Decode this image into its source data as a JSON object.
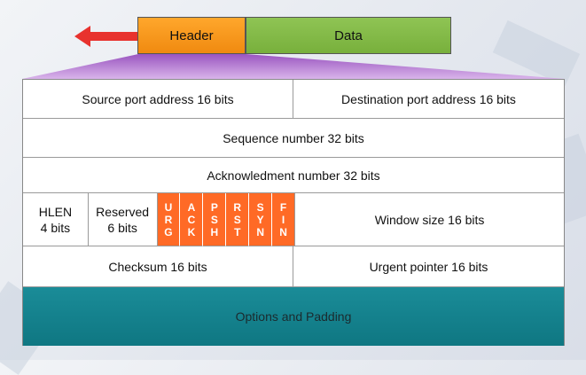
{
  "segments": {
    "header": "Header",
    "data": "Data"
  },
  "fields": {
    "source_port": "Source port address 16 bits",
    "destination_port": "Destination port address 16 bits",
    "sequence_number": "Sequence number 32 bits",
    "acknowledgment_number": "Acknowledment number 32 bits",
    "hlen": [
      "HLEN",
      "4 bits"
    ],
    "reserved": [
      "Reserved",
      "6 bits"
    ],
    "flags": [
      {
        "id": "urg",
        "letters": [
          "U",
          "R",
          "G"
        ]
      },
      {
        "id": "ack",
        "letters": [
          "A",
          "C",
          "K"
        ]
      },
      {
        "id": "psh",
        "letters": [
          "P",
          "S",
          "H"
        ]
      },
      {
        "id": "rst",
        "letters": [
          "R",
          "S",
          "T"
        ]
      },
      {
        "id": "syn",
        "letters": [
          "S",
          "Y",
          "N"
        ]
      },
      {
        "id": "fin",
        "letters": [
          "F",
          "I",
          "N"
        ]
      }
    ],
    "window_size": "Window size 16 bits",
    "checksum": "Checksum 16 bits",
    "urgent_pointer": "Urgent pointer 16 bits",
    "options": "Options and Padding"
  },
  "colors": {
    "header": "#f49a1e",
    "data": "#86bb4a",
    "arrow": "#e8322e",
    "wedge": "#b86ad0",
    "flags": "#ff6a26",
    "options": "#138591"
  }
}
